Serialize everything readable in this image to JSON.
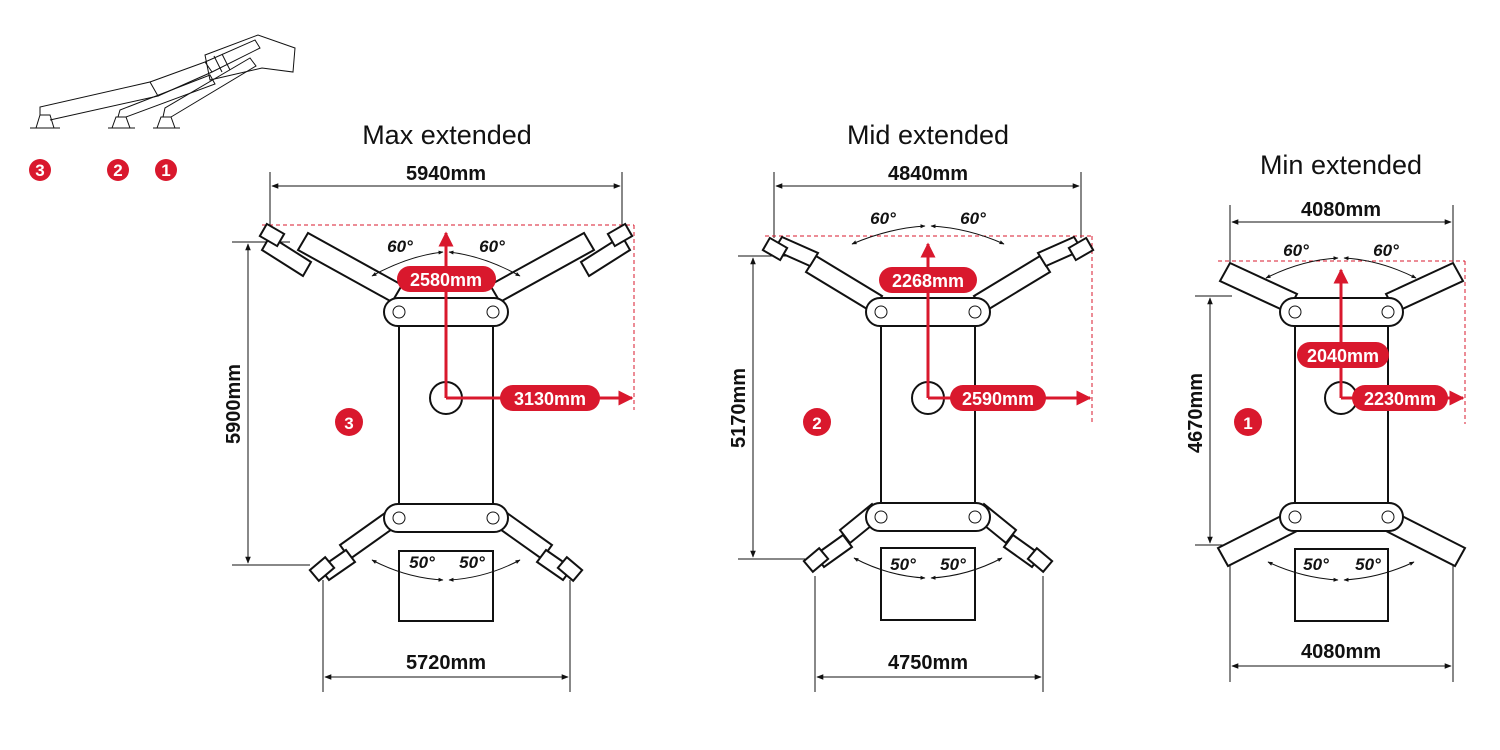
{
  "colors": {
    "accent": "#d9182d",
    "ink": "#111111"
  },
  "legend": {
    "markers": [
      "3",
      "2",
      "1"
    ]
  },
  "diagrams": [
    {
      "id": "max",
      "title": "Max extended",
      "marker": "3",
      "top_width": "5940mm",
      "bottom_width": "5720mm",
      "height": "5900mm",
      "vertical_reach": "2580mm",
      "horizontal_reach": "3130mm",
      "top_angles": [
        "60°",
        "60°"
      ],
      "bottom_angles": [
        "50°",
        "50°"
      ]
    },
    {
      "id": "mid",
      "title": "Mid extended",
      "marker": "2",
      "top_width": "4840mm",
      "bottom_width": "4750mm",
      "height": "5170mm",
      "vertical_reach": "2268mm",
      "horizontal_reach": "2590mm",
      "top_angles": [
        "60°",
        "60°"
      ],
      "bottom_angles": [
        "50°",
        "50°"
      ]
    },
    {
      "id": "min",
      "title": "Min extended",
      "marker": "1",
      "top_width": "4080mm",
      "bottom_width": "4080mm",
      "height": "4670mm",
      "vertical_reach": "2040mm",
      "horizontal_reach": "2230mm",
      "top_angles": [
        "60°",
        "60°"
      ],
      "bottom_angles": [
        "50°",
        "50°"
      ]
    }
  ]
}
